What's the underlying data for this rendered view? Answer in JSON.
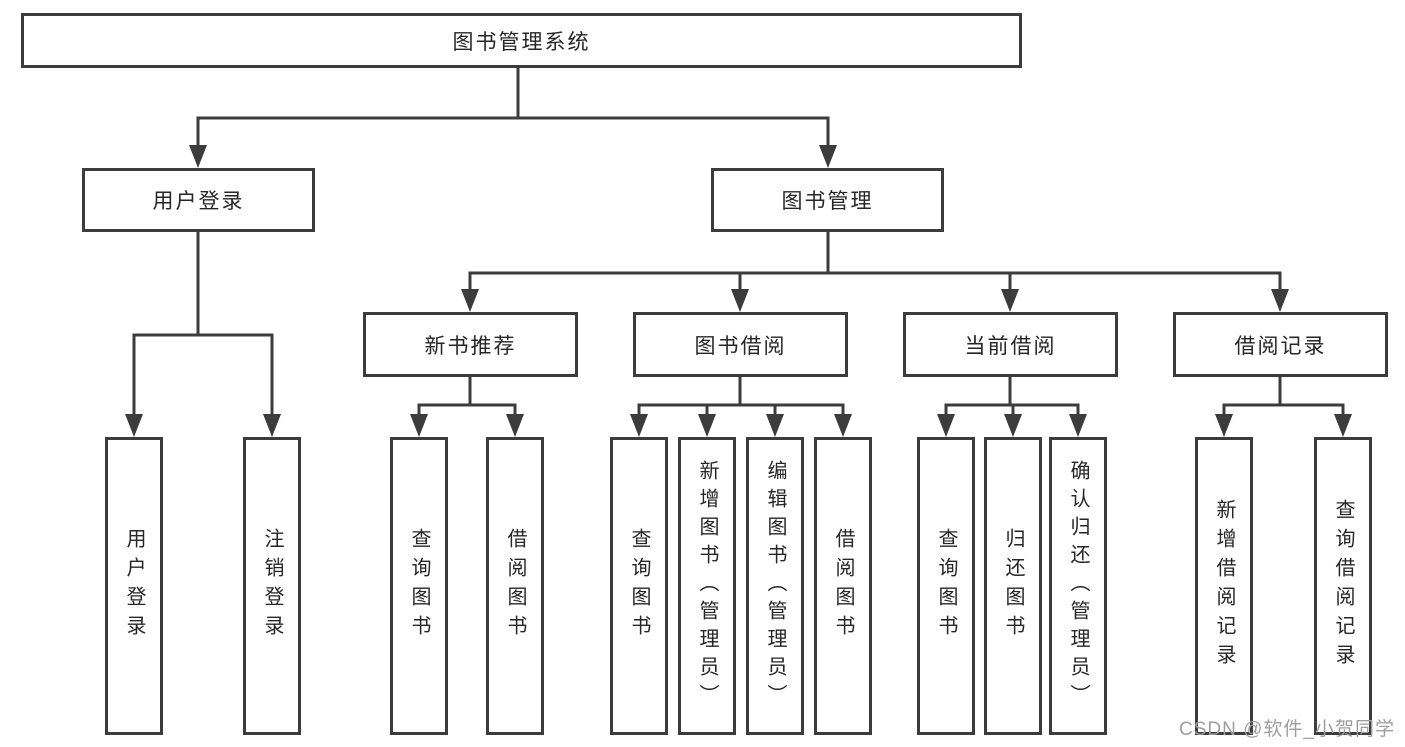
{
  "title_node": "图书管理系统",
  "level2": {
    "user_login": "用户登录",
    "book_management": "图书管理"
  },
  "level3": {
    "new_book": "新书推荐",
    "book_borrow": "图书借阅",
    "current_borrow": "当前借阅",
    "borrow_record": "借阅记录"
  },
  "leaves": {
    "user_login": [
      "用户登录",
      "注销登录"
    ],
    "new_book": [
      "查询图书",
      "借阅图书"
    ],
    "book_borrow": [
      "查询图书",
      "新增图书（管理员）",
      "编辑图书（管理员）",
      "借阅图书"
    ],
    "current_borrow": [
      "查询图书",
      "归还图书",
      "确认归还（管理员）"
    ],
    "borrow_record": [
      "新增借阅记录",
      "查询借阅记录"
    ]
  },
  "watermark": "CSDN @软件_小贺同学",
  "colors": {
    "line": "#3c3c3c",
    "text": "#262626",
    "watermark": "#9e9e9e",
    "background": "#ffffff"
  }
}
